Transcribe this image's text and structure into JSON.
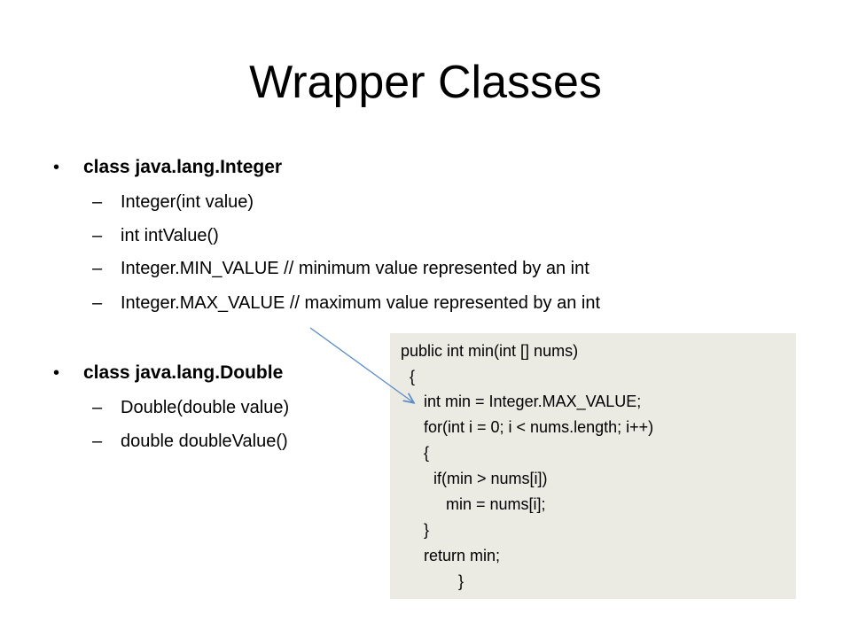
{
  "slide": {
    "title": "Wrapper Classes",
    "sections": [
      {
        "bullet": "•",
        "heading": "class java.lang.Integer",
        "items": [
          {
            "dash": "–",
            "text": "Integer(int value)"
          },
          {
            "dash": "–",
            "text": "int intValue()"
          },
          {
            "dash": "–",
            "text": "Integer.MIN_VALUE // minimum value represented by an int"
          },
          {
            "dash": "–",
            "text": "Integer.MAX_VALUE // maximum value represented by an int"
          }
        ]
      },
      {
        "bullet": "•",
        "heading": "class java.lang.Double",
        "items": [
          {
            "dash": "–",
            "text": "Double(double value)"
          },
          {
            "dash": "–",
            "text": "double doubleValue()"
          }
        ]
      }
    ],
    "code_lines": [
      "public int min(int [] nums)",
      "{",
      "int min = Integer.MAX_VALUE;",
      "for(int i = 0; i < nums.length; i++)",
      "{",
      "if(min > nums[i])",
      "min = nums[i];",
      "}",
      "return min;",
      "}"
    ],
    "colors": {
      "code_background": "#ecebe3",
      "arrow": "#5b8cc8"
    }
  }
}
